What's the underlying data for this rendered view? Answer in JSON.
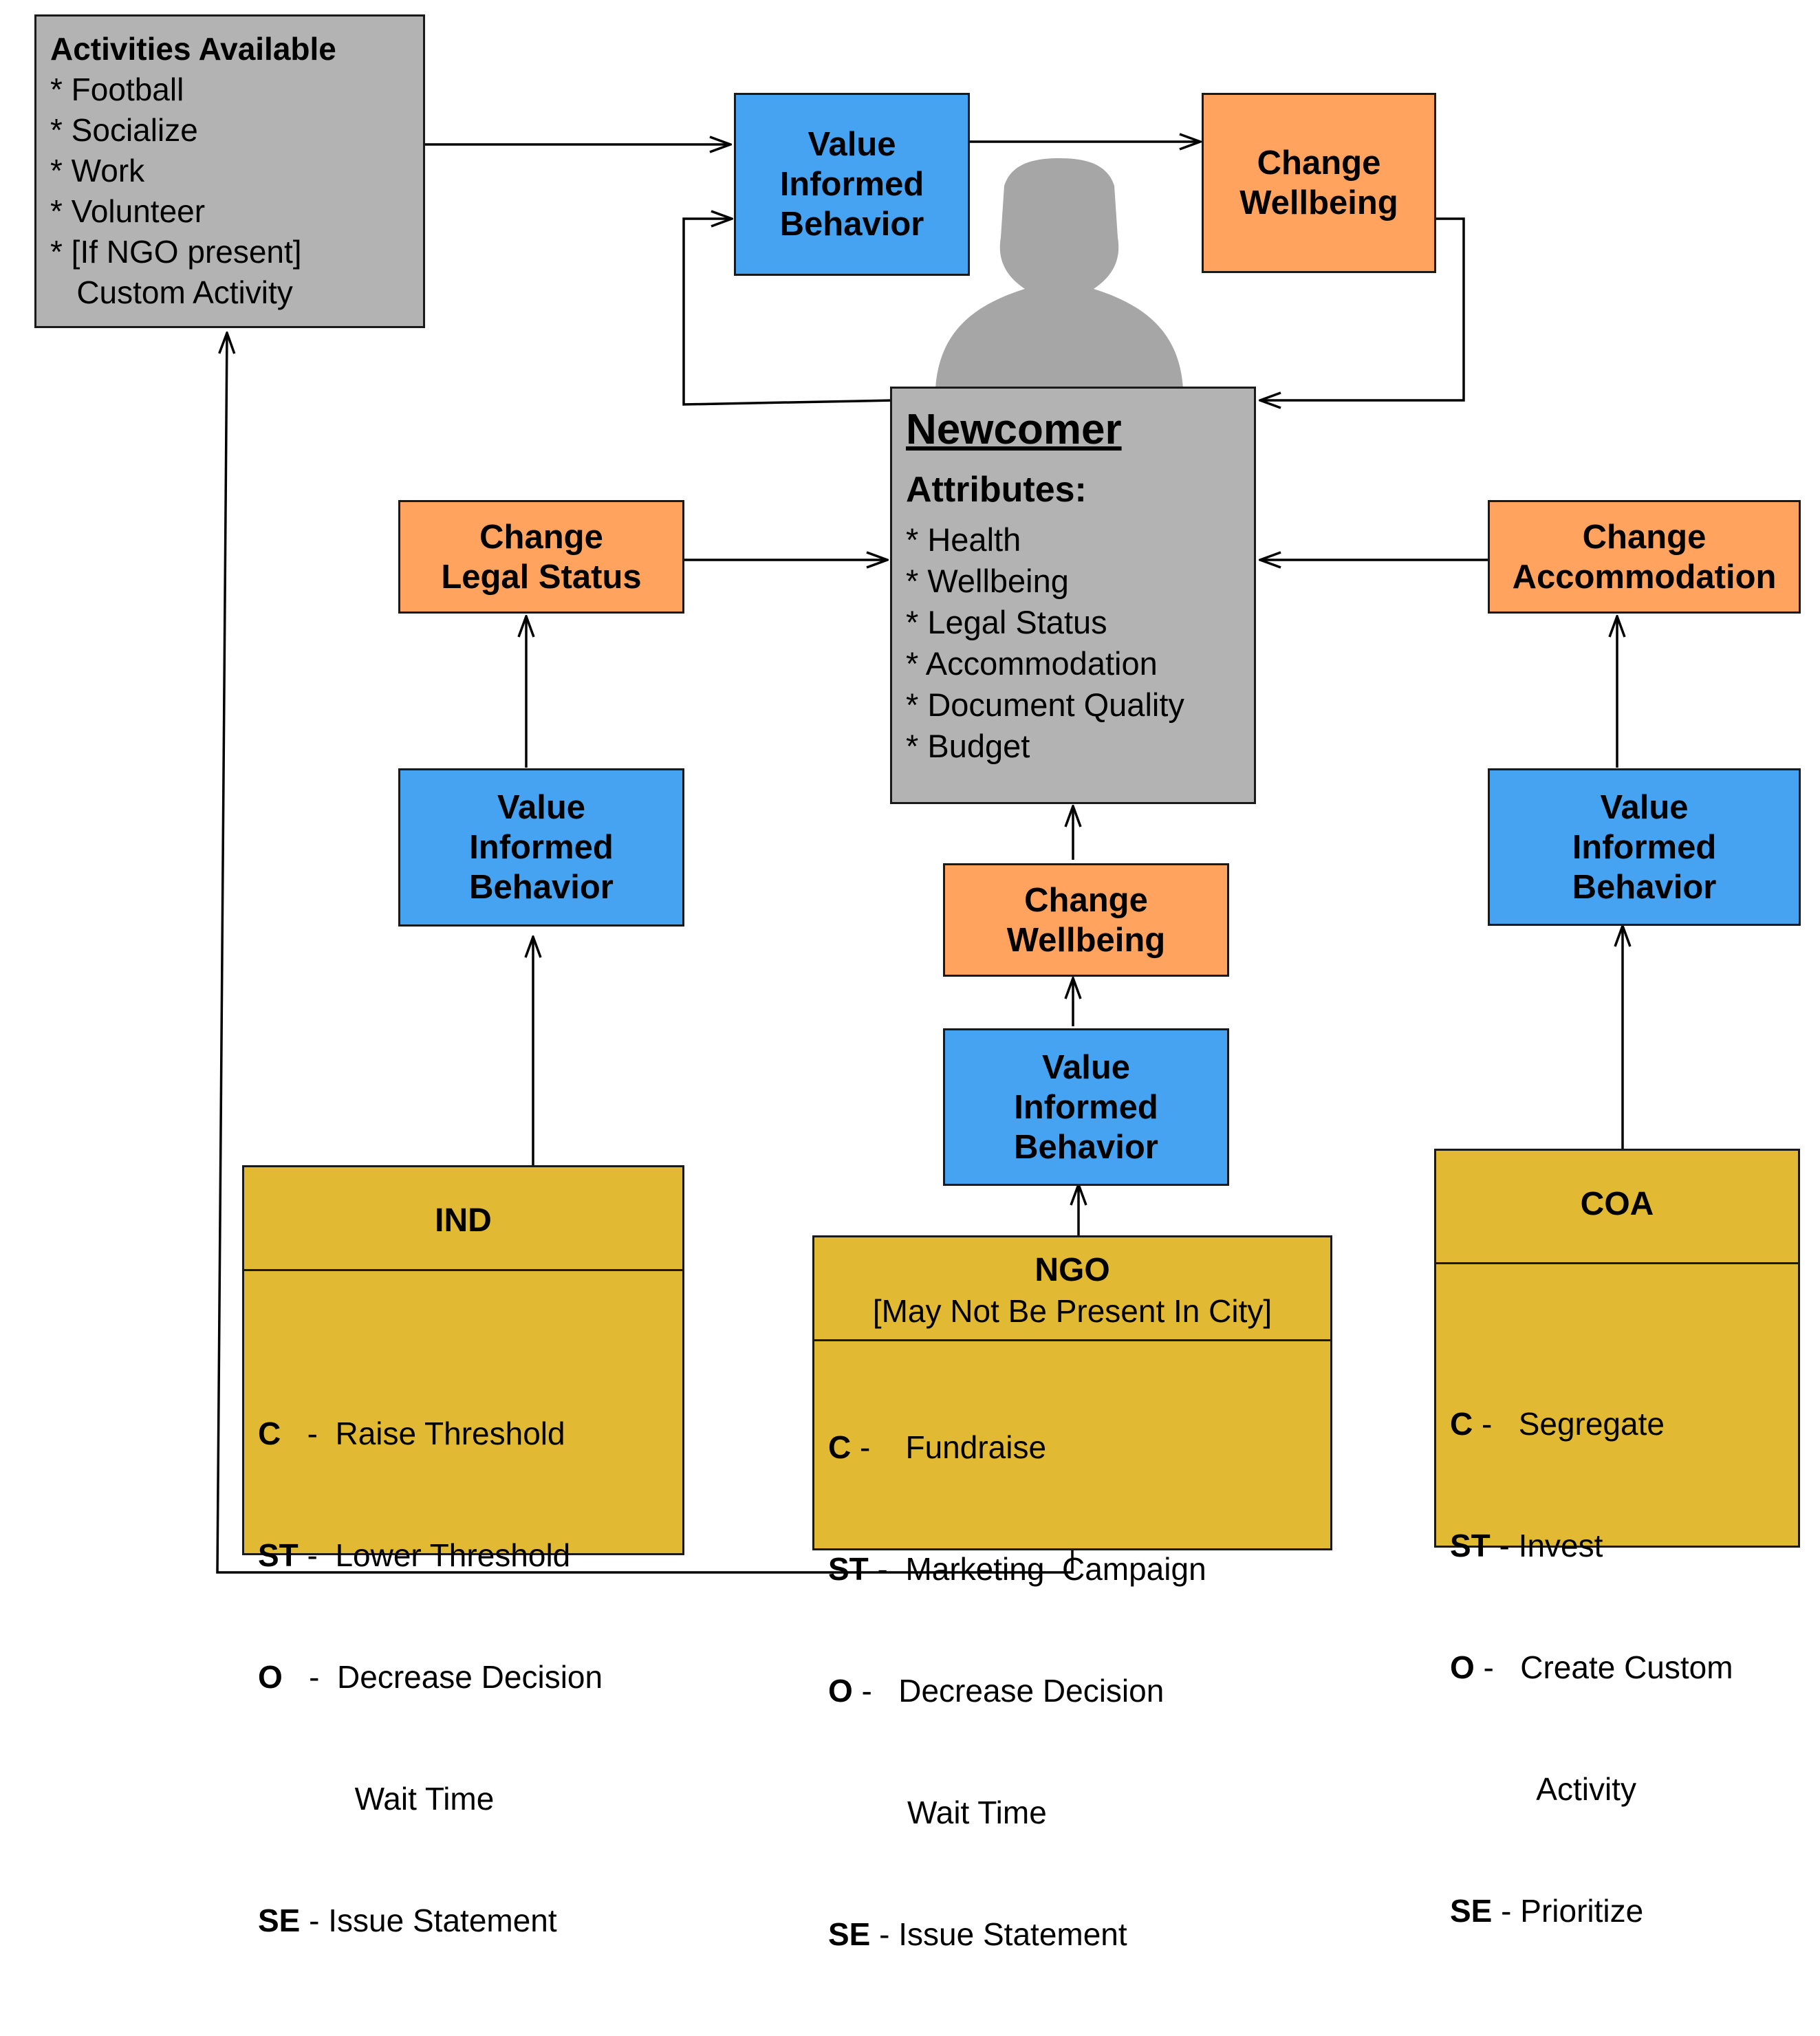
{
  "activities": {
    "title": "Activities Available",
    "items": [
      "* Football",
      "* Socialize",
      "* Work",
      "* Volunteer",
      "* [If NGO present]",
      "   Custom Activity"
    ]
  },
  "newcomer": {
    "title": "Newcomer",
    "attributes_label": "Attributes:",
    "attributes": [
      "* Health",
      "* Wellbeing",
      "* Legal Status",
      "* Accommodation",
      "* Document Quality",
      "* Budget"
    ]
  },
  "boxes": {
    "vib_top": "Value\nInformed\nBehavior",
    "change_wellbeing_top": "Change\nWellbeing",
    "change_legal_status": "Change\nLegal Status",
    "change_accommodation": "Change\nAccommodation",
    "vib_left": "Value\nInformed\nBehavior",
    "vib_right": "Value\nInformed\nBehavior",
    "change_wellbeing_mid": "Change\nWellbeing",
    "vib_mid": "Value\nInformed\nBehavior"
  },
  "ind": {
    "title": "IND",
    "strategies": [
      {
        "code": "C",
        "sep": "   -  ",
        "text": "Raise Threshold"
      },
      {
        "code": "ST",
        "sep": " -  ",
        "text": "Lower Threshold"
      },
      {
        "code": "O",
        "sep": "   -  ",
        "text": "Decrease Decision"
      },
      {
        "code": "",
        "sep": "",
        "text": "           Wait Time"
      },
      {
        "code": "SE",
        "sep": " - ",
        "text": "Issue Statement"
      }
    ]
  },
  "ngo": {
    "title": "NGO",
    "subtitle": "[May Not Be Present In City]",
    "strategies": [
      {
        "code": "C",
        "sep": " -    ",
        "text": "Fundraise"
      },
      {
        "code": "ST",
        "sep": " -  ",
        "text": "Marketing  Campaign"
      },
      {
        "code": "O",
        "sep": " -   ",
        "text": "Decrease Decision"
      },
      {
        "code": "",
        "sep": "",
        "text": "         Wait Time"
      },
      {
        "code": "SE",
        "sep": " - ",
        "text": "Issue Statement"
      }
    ]
  },
  "coa": {
    "title": "COA",
    "strategies": [
      {
        "code": "C",
        "sep": " -   ",
        "text": "Segregate"
      },
      {
        "code": "ST",
        "sep": " - ",
        "text": "Invest"
      },
      {
        "code": "O",
        "sep": " -   ",
        "text": "Create Custom"
      },
      {
        "code": "",
        "sep": "",
        "text": "          Activity"
      },
      {
        "code": "SE",
        "sep": " - ",
        "text": "Prioritize"
      }
    ]
  },
  "colors": {
    "gray_box": "#b3b3b3",
    "blue_box": "#45a3f1",
    "orange_box": "#ffa35e",
    "gold_box": "#e2b932",
    "person_silhouette": "#a6a6a6"
  }
}
